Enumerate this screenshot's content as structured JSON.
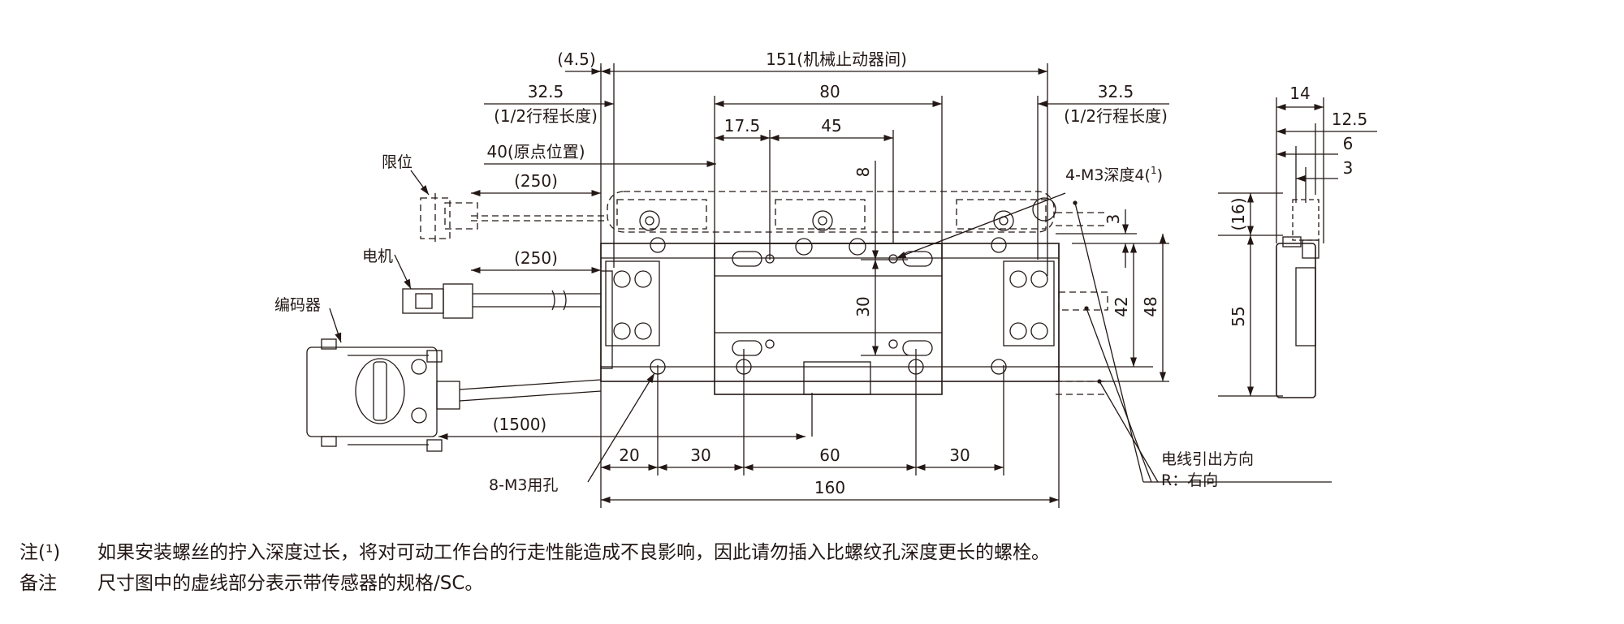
{
  "dimensions": {
    "overall_left_offset": "(4.5)",
    "stopper_span": "151(机械止动器间)",
    "half_stroke_left": "32.5",
    "half_stroke_left_note": "(1/2行程长度)",
    "half_stroke_right": "32.5",
    "half_stroke_right_note": "(1/2行程长度)",
    "table_width": "80",
    "hole_offset": "17.5",
    "hole_pitch": "45",
    "origin_position": "40(原点位置)",
    "cable_limit": "(250)",
    "cable_motor": "(250)",
    "cable_encoder": "(1500)",
    "table_hole_y": "8",
    "table_hole_pitch_y": "30",
    "base_height_42": "42",
    "base_height_48": "48",
    "sensor_top": "3",
    "bottom_20": "20",
    "bottom_30a": "30",
    "bottom_60": "60",
    "bottom_30b": "30",
    "overall_length": "160",
    "side_14": "14",
    "side_12_5": "12.5",
    "side_6": "6",
    "side_3": "3",
    "side_16": "(16)",
    "side_55": "55"
  },
  "labels": {
    "limit": "限位",
    "motor": "电机",
    "encoder": "编码器",
    "tapped_holes": "4-M3深度4(",
    "tapped_holes_ref": "1",
    "tapped_holes_close": ")",
    "mount_holes": "8-M3用孔",
    "cable_direction": "电线引出方向",
    "cable_direction_r": "R：右向"
  },
  "notes": [
    {
      "key": "注(¹)",
      "text": "如果安装螺丝的拧入深度过长，将对可动工作台的行走性能造成不良影响，因此请勿插入比螺纹孔深度更长的螺栓。"
    },
    {
      "key": "备注",
      "text": "尺寸图中的虚线部分表示带传感器的规格/SC。"
    }
  ]
}
